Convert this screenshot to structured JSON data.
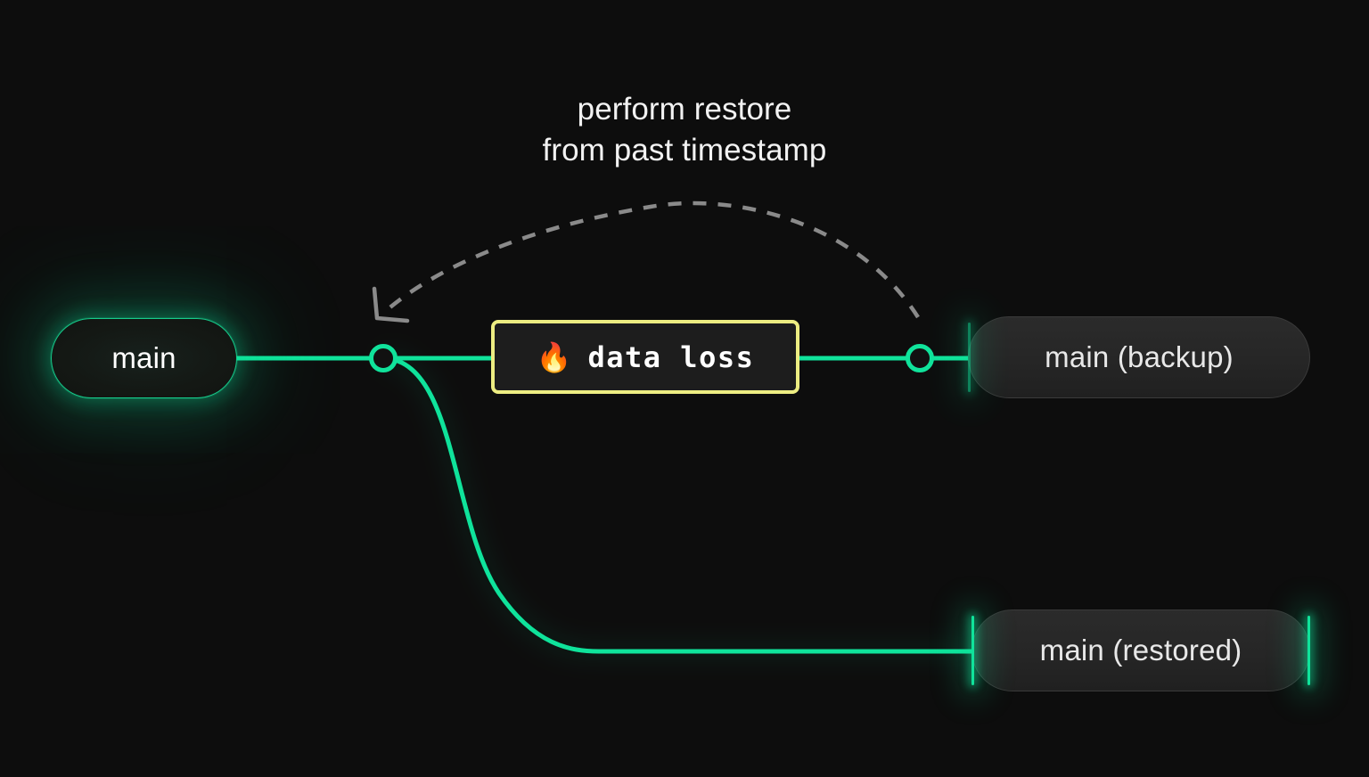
{
  "diagram": {
    "background_color": "#0d0d0d",
    "accent_green": "#10e39b",
    "warning_yellow": "#eded82",
    "annotation_grey": "#8a8a8a",
    "caption": "perform restore\nfrom past timestamp",
    "nodes": {
      "main": {
        "label": "main"
      },
      "backup": {
        "label": "main (backup)"
      },
      "restored": {
        "label": "main (restored)"
      },
      "event": {
        "emoji": "🔥",
        "label": "data loss"
      }
    },
    "commits": [
      {
        "name": "branch-point-commit"
      },
      {
        "name": "backup-point-commit"
      }
    ]
  }
}
